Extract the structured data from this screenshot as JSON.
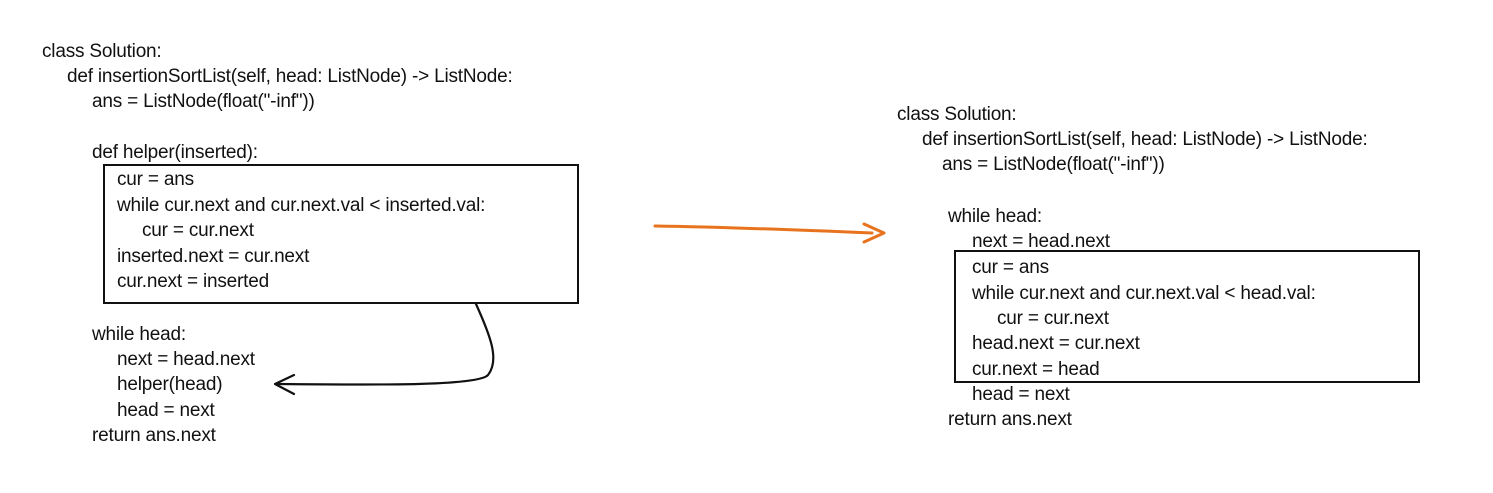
{
  "left_code": {
    "lines": [
      "class Solution:",
      "def insertionSortList(self, head: ListNode) -> ListNode:",
      "ans = ListNode(float(\"-inf\"))",
      "def helper(inserted):",
      "cur = ans",
      "while cur.next and cur.next.val < inserted.val:",
      "cur = cur.next",
      "inserted.next = cur.next",
      "cur.next = inserted",
      "while head:",
      "next = head.next",
      "helper(head)",
      "head = next",
      "return ans.next"
    ]
  },
  "right_code": {
    "lines": [
      "class Solution:",
      "def insertionSortList(self, head: ListNode) -> ListNode:",
      "ans = ListNode(float(\"-inf\"))",
      "while head:",
      "next = head.next",
      "cur = ans",
      "while cur.next and cur.next.val < head.val:",
      "cur = cur.next",
      "head.next = cur.next",
      "cur.next = head",
      "head = next",
      "return ans.next"
    ]
  },
  "colors": {
    "transform_arrow": "#E8731E",
    "ink": "#111111"
  }
}
